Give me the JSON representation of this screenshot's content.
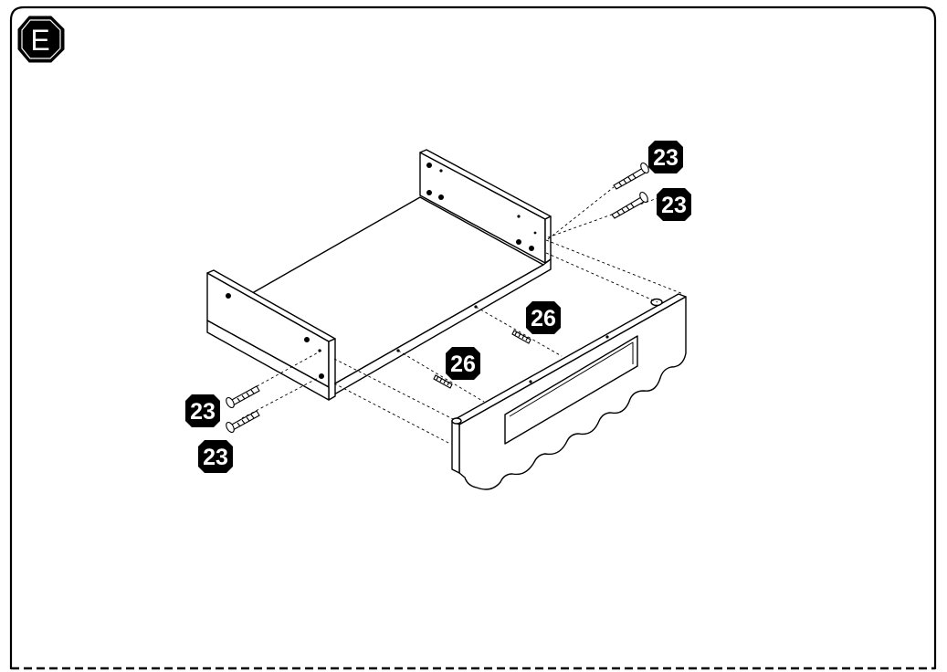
{
  "step": {
    "label": "E"
  },
  "callouts": [
    {
      "id": "screw-top-1",
      "label": "23"
    },
    {
      "id": "screw-top-2",
      "label": "23"
    },
    {
      "id": "screw-bottom-1",
      "label": "23"
    },
    {
      "id": "screw-bottom-2",
      "label": "23"
    },
    {
      "id": "dowel-1",
      "label": "26"
    },
    {
      "id": "dowel-2",
      "label": "26"
    }
  ],
  "colors": {
    "line": "#000000",
    "part_fill": "#ffffff",
    "badge_fill": "#000000",
    "badge_text": "#ffffff"
  }
}
